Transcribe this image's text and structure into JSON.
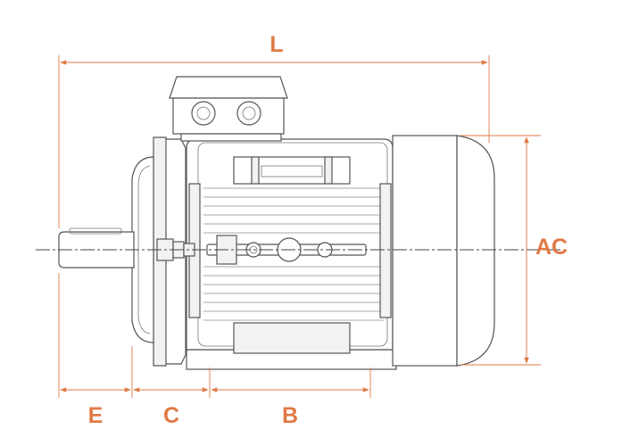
{
  "labels": {
    "length": "L",
    "height": "AC",
    "shaft_length": "E",
    "flange_to_foot": "C",
    "foot_spacing": "B"
  },
  "colors": {
    "dimension": "#e07a45",
    "outline": "#555555",
    "centerline": "#444444"
  },
  "icons": {
    "motor": "electric-motor-side-view"
  }
}
